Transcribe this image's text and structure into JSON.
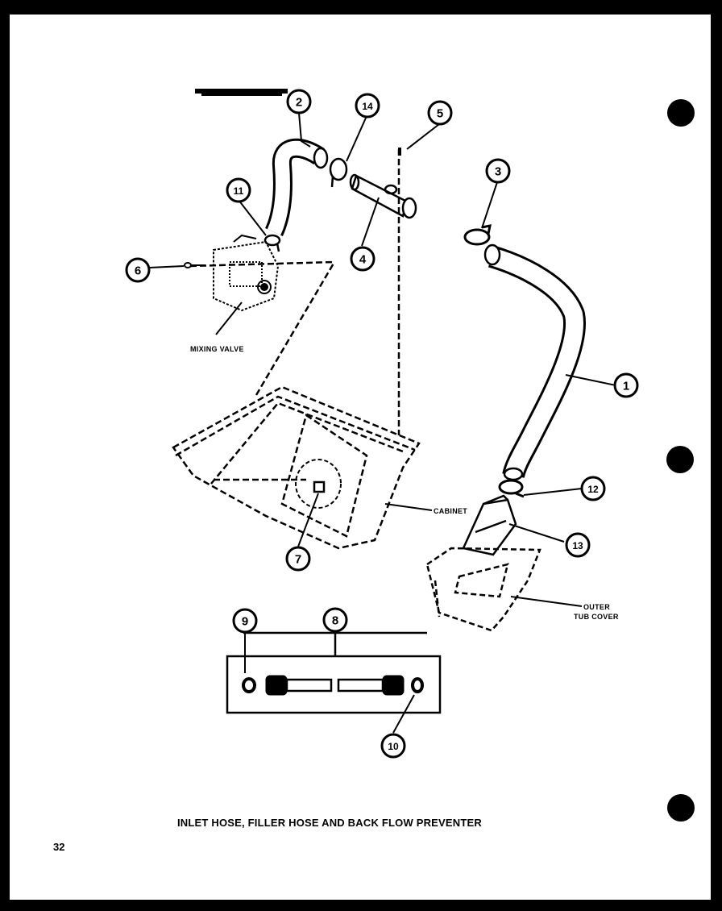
{
  "callouts": [
    {
      "id": "1",
      "label": "1"
    },
    {
      "id": "2",
      "label": "2"
    },
    {
      "id": "3",
      "label": "3"
    },
    {
      "id": "4",
      "label": "4"
    },
    {
      "id": "5",
      "label": "5"
    },
    {
      "id": "6",
      "label": "6"
    },
    {
      "id": "7",
      "label": "7"
    },
    {
      "id": "8",
      "label": "8"
    },
    {
      "id": "9",
      "label": "9"
    },
    {
      "id": "10",
      "label": "10"
    },
    {
      "id": "11",
      "label": "11"
    },
    {
      "id": "12",
      "label": "12"
    },
    {
      "id": "13",
      "label": "13"
    },
    {
      "id": "14",
      "label": "14"
    }
  ],
  "labels": {
    "mixing_valve": "MIXING VALVE",
    "cabinet": "CABINET",
    "outer_line1": "OUTER",
    "outer_line2": "TUB COVER"
  },
  "title": "INLET HOSE, FILLER HOSE AND BACK FLOW PREVENTER",
  "page_number": "32",
  "colors": {
    "ink": "#000000",
    "paper": "#ffffff"
  }
}
